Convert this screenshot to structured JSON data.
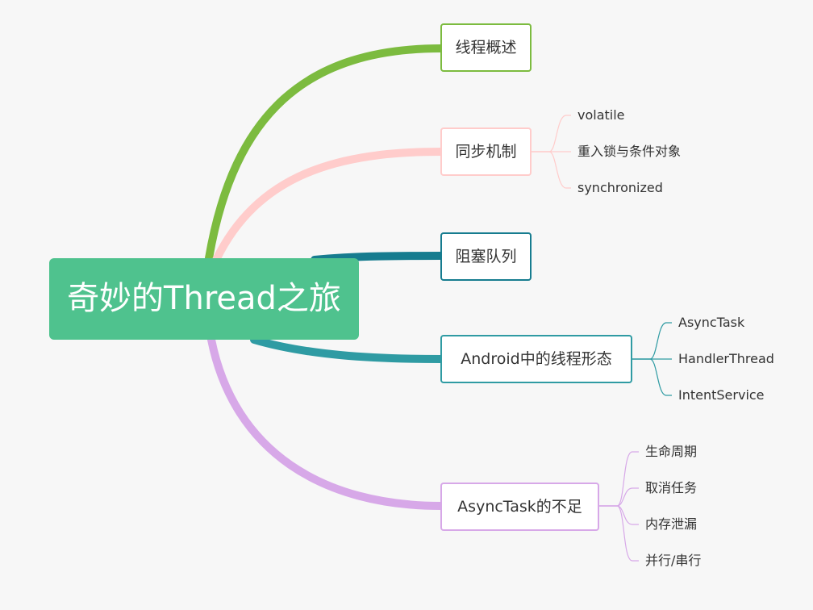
{
  "root": {
    "label": "奇妙的Thread之旅",
    "color": "#4fc28e"
  },
  "topics": [
    {
      "label": "线程概述",
      "color": "#7cbb3f",
      "children": []
    },
    {
      "label": "同步机制",
      "color": "#ffcccb",
      "children": [
        "volatile",
        "重入锁与条件对象",
        "synchronized"
      ]
    },
    {
      "label": "阻塞队列",
      "color": "#167c8f",
      "children": []
    },
    {
      "label": "Android中的线程形态",
      "color": "#2f9ba3",
      "children": [
        "AsyncTask",
        "HandlerThread",
        "IntentService"
      ]
    },
    {
      "label": "AsyncTask的不足",
      "color": "#d7a8e8",
      "children": [
        "生命周期",
        "取消任务",
        "内存泄漏",
        "并行/串行"
      ]
    }
  ]
}
